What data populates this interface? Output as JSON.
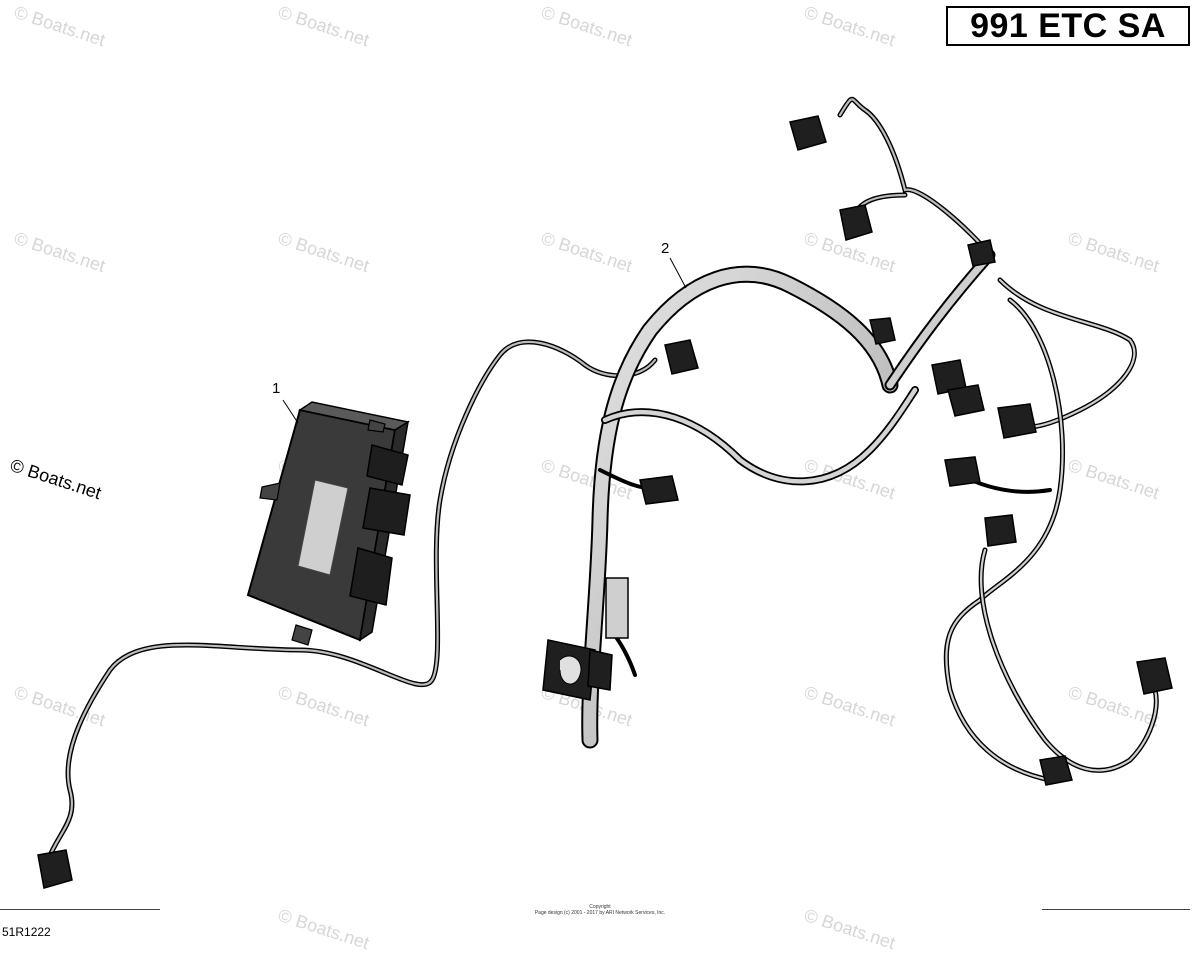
{
  "title": "991 ETC SA",
  "callouts": [
    "1",
    "2"
  ],
  "figure_code": "51R1222",
  "copyright": {
    "line1": "Copyright",
    "line2": "Page design (c) 2001 - 2017 by ARI Network Services, Inc."
  },
  "watermark_text": "© Boats.net",
  "parts": {
    "module": "ecm-module-icon",
    "harness": "wiring-harness-icon"
  }
}
